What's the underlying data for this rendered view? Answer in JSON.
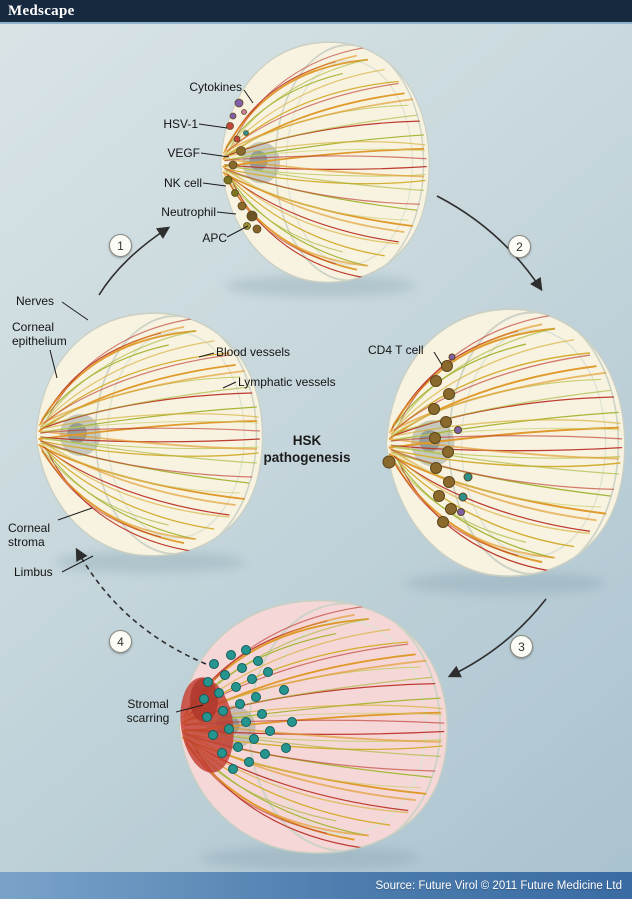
{
  "header": {
    "brand": "Medscape"
  },
  "footer": {
    "source": "Source: Future Virol © 2011 Future Medicine Ltd"
  },
  "diagram": {
    "title": "HSK\npathogenesis",
    "steps": [
      "1",
      "2",
      "3",
      "4"
    ],
    "labels": {
      "cytokines": "Cytokines",
      "hsv1": "HSV-1",
      "vegf": "VEGF",
      "nk_cell": "NK cell",
      "neutrophil": "Neutrophil",
      "apc": "APC",
      "cd4_t_cell": "CD4 T cell",
      "nerves": "Nerves",
      "corneal_epithelium": "Corneal\nepithelium",
      "blood_vessels": "Blood vessels",
      "lymphatic_vessels": "Lymphatic vessels",
      "corneal_stroma": "Corneal\nstroma",
      "limbus": "Limbus",
      "stromal_scarring": "Stromal\nscarring"
    },
    "colors": {
      "nerves_orange": "#e09a2c",
      "blood_vessel_red": "#bd3c30",
      "lymphatic_green": "#a6b637",
      "cd4_cell_brown": "#8a6a2c",
      "scar_cell_teal": "#27958f",
      "scar_patch_red": "#c23a2e",
      "cornea_cream": "#f8f2e0",
      "scarred_pink": "#f6d7d8",
      "header_bg": "#16293f",
      "footer_blue": "#4d7dae",
      "background_blue": "#c3d4da"
    }
  }
}
